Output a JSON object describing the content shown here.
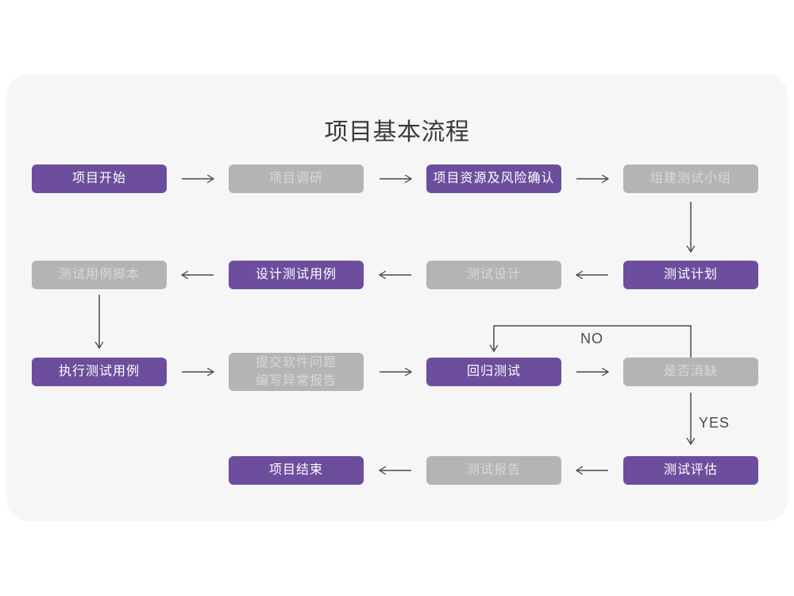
{
  "title": "项目基本流程",
  "colors": {
    "purple_box": "#6C4E9D",
    "gray_box": "#B4B4B6",
    "card_background": "#F6F6F6",
    "page_background": "#FFFFFF",
    "arrow": "#4A4A4A",
    "purple_box_text": "#FFFFFF",
    "gray_box_text": "#D9D8DB",
    "title_text": "#3B3B3B"
  },
  "nodes": [
    {
      "label": "项目开始",
      "variant": "purple"
    },
    {
      "label": "项目调研",
      "variant": "gray"
    },
    {
      "label": "项目资源及风险确认",
      "variant": "purple"
    },
    {
      "label": "组建测试小组",
      "variant": "gray"
    },
    {
      "label": "测试用例脚本",
      "variant": "gray"
    },
    {
      "label": "设计测试用例",
      "variant": "purple"
    },
    {
      "label": "测试设计",
      "variant": "gray"
    },
    {
      "label": "测试计划",
      "variant": "purple"
    },
    {
      "label": "执行测试用例",
      "variant": "purple"
    },
    {
      "label": "提交软件问题\n编写异常报告",
      "variant": "gray"
    },
    {
      "label": "回归测试",
      "variant": "purple"
    },
    {
      "label": "是否消缺",
      "variant": "gray"
    },
    {
      "label": "项目结束",
      "variant": "purple"
    },
    {
      "label": "测试报告",
      "variant": "gray"
    },
    {
      "label": "测试评估",
      "variant": "purple"
    }
  ],
  "edge_labels": {
    "no": "NO",
    "yes": "YES"
  }
}
